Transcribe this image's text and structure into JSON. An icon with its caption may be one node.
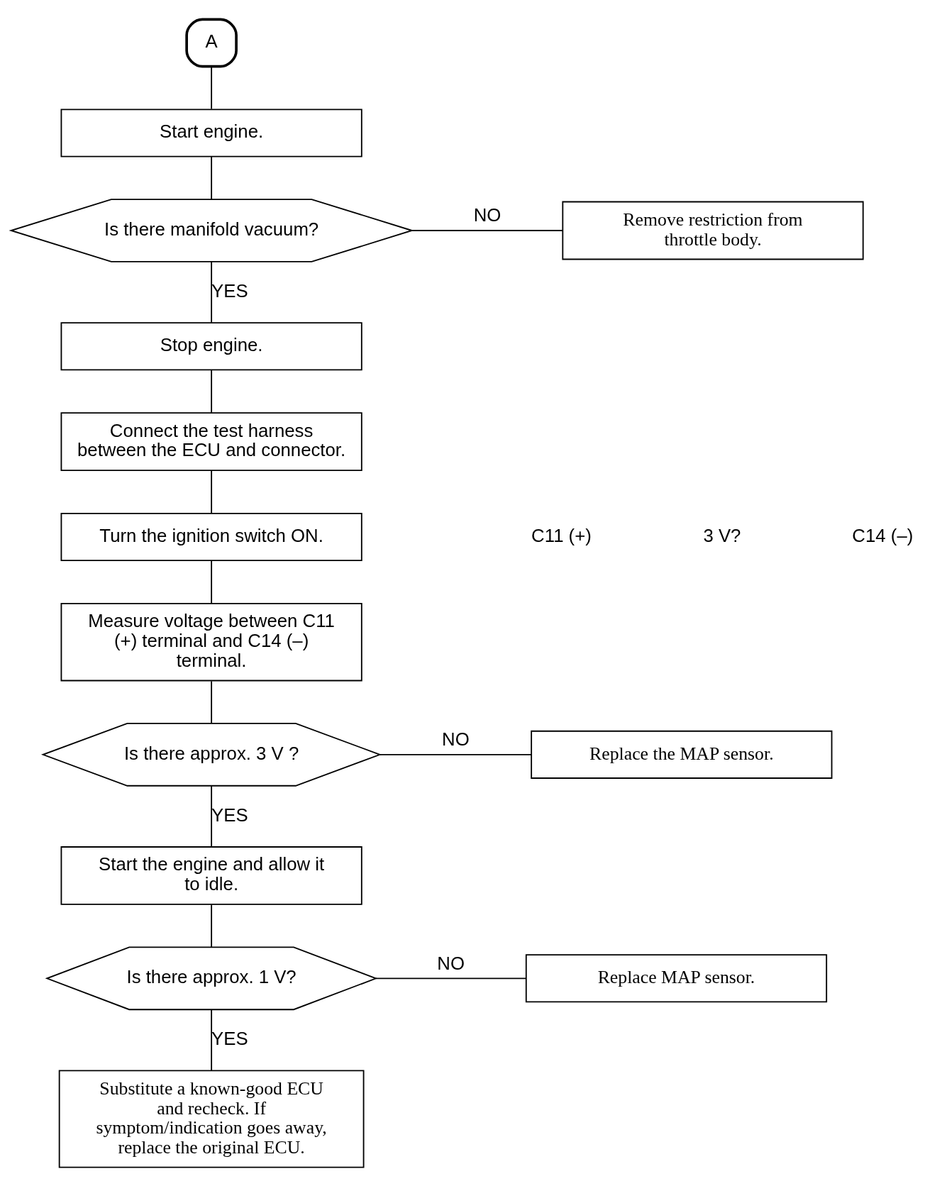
{
  "diagram": {
    "nodes": [
      {
        "text": [
          "A"
        ]
      },
      {
        "text": [
          "Start engine."
        ]
      },
      {
        "text": [
          "Is there manifold vacuum?"
        ]
      },
      {
        "text": [
          "Remove restriction from throttle body."
        ]
      },
      {
        "text": [
          "Stop engine."
        ]
      },
      {
        "text": [
          "Connect the test harness between the ECU and connector."
        ]
      },
      {
        "text": [
          "Turn the ignition switch ON."
        ]
      },
      {
        "text": [
          "Measure voltage between C11 (+) terminal and C14 (–) terminal."
        ]
      },
      {
        "text": [
          "Is there approx. 3 V ?"
        ]
      },
      {
        "text": [
          "Replace the MAP sensor."
        ]
      },
      {
        "text": [
          "Start the engine and allow it to idle."
        ]
      },
      {
        "text": [
          "Is there approx. 1 V?"
        ]
      },
      {
        "text": [
          "Replace MAP sensor."
        ]
      },
      {
        "text": [
          "Substitute a known-good ECU and recheck. If symptom/indication goes away, replace the original ECU."
        ]
      }
    ],
    "edges": [
      {
        "from": 0,
        "to": 1,
        "arrow": "none"
      },
      {
        "from": 1,
        "to": 2,
        "arrow": "none"
      },
      {
        "from": 2,
        "to": 3,
        "arrow": "none",
        "label": "NO"
      },
      {
        "from": 2,
        "to": 4,
        "arrow": "none",
        "label": "YES"
      },
      {
        "from": 4,
        "to": 5,
        "arrow": "none"
      },
      {
        "from": 5,
        "to": 6,
        "arrow": "none"
      },
      {
        "from": 6,
        "to": 7,
        "arrow": "none"
      },
      {
        "from": 7,
        "to": 8,
        "arrow": "none"
      },
      {
        "from": 8,
        "to": 9,
        "arrow": "none",
        "label": "NO"
      },
      {
        "from": 8,
        "to": 10,
        "arrow": "none",
        "label": "YES"
      },
      {
        "from": 10,
        "to": 11,
        "arrow": "none"
      },
      {
        "from": 11,
        "to": 12,
        "arrow": "none",
        "label": "NO"
      },
      {
        "from": 11,
        "to": 13,
        "arrow": "none",
        "label": "YES"
      }
    ],
    "labels": [
      "C11 (+)",
      "3 V?",
      "C14 (–)"
    ]
  }
}
